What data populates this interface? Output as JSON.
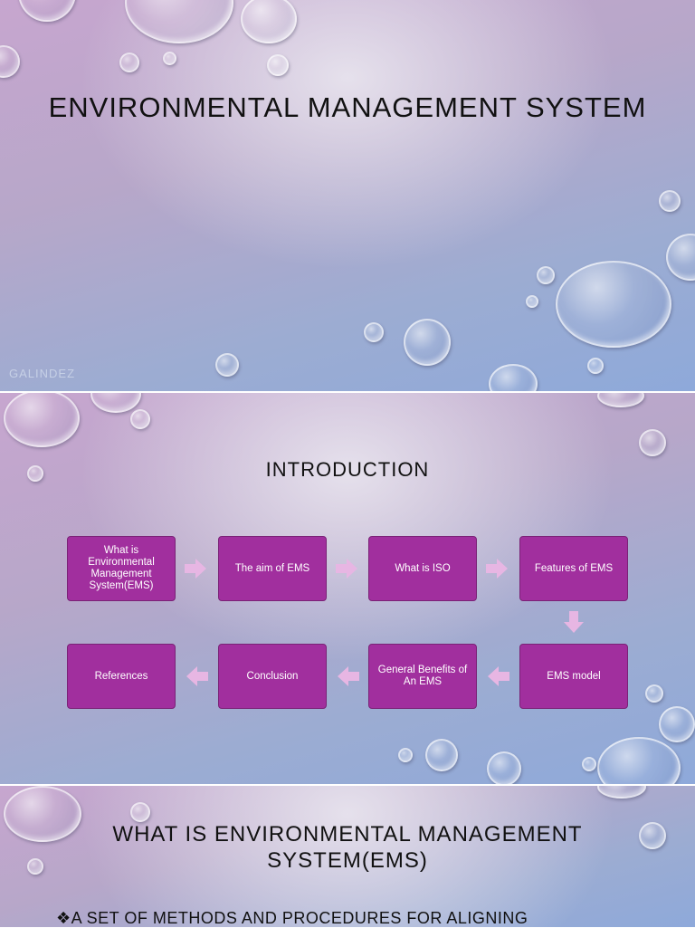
{
  "slide1": {
    "title": "ENVIRONMENTAL MANAGEMENT SYSTEM",
    "author": "GALINDEZ"
  },
  "slide2": {
    "title": "INTRODUCTION",
    "flow_boxes": [
      "What is Environmental Management System(EMS)",
      "The aim of EMS",
      "What is ISO",
      "Features of EMS",
      "EMS model",
      "General Benefits of An EMS",
      "Conclusion",
      "References"
    ],
    "box_color": "#a12f9e",
    "arrow_color": "#e7b6e3"
  },
  "slide3": {
    "title": "WHAT IS ENVIRONMENTAL MANAGEMENT SYSTEM(EMS)",
    "bullet": "❖A SET OF METHODS AND PROCEDURES FOR ALIGNING"
  }
}
